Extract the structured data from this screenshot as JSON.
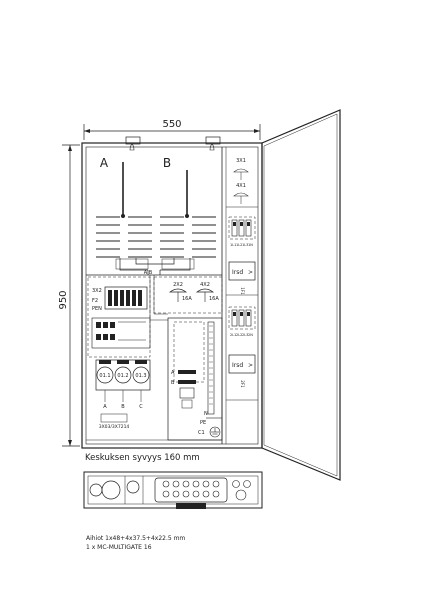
{
  "dimensions": {
    "width": "550",
    "height": "950"
  },
  "sections": {
    "a": "A",
    "b": "B"
  },
  "terminal_label_ab": "A B",
  "right_column": {
    "top_fuse_1": "3X1",
    "top_fuse_2": "4X1",
    "block_1_labels": [
      "1L1",
      "1L2",
      "1L3",
      "1N"
    ],
    "irsd_1": "Irsd",
    "block_2_labels": [
      "2L1",
      "2L2",
      "2L3",
      "2N"
    ],
    "irsd_2": "Irsd",
    "small_1": "1F1",
    "small_2": "2F1"
  },
  "left_block": {
    "labels": [
      "3X2",
      "F2",
      "PEN"
    ],
    "meter_labels": [
      "01.1",
      "01.2",
      "01.3"
    ],
    "under_meter": [
      "A",
      "B",
      "C"
    ],
    "bottom_label": "3X03/3X7214"
  },
  "center_block": {
    "fuse_2x2": "2X2",
    "fuse_4x2": "4X2",
    "rating_1": "16A",
    "rating_2": "16A",
    "row_labels": [
      "A",
      "B"
    ],
    "n_label": "N",
    "pe_label": "PE",
    "ground_label": "C1"
  },
  "depth_note": "Keskuksen syvyys 160 mm",
  "gland_note_1": "Aihiot 1x48+4x37.5+4x22.5 mm",
  "gland_note_2": "1 x MC-MULTIGATE 16",
  "colors": {
    "line": "#222222",
    "background": "#ffffff"
  }
}
